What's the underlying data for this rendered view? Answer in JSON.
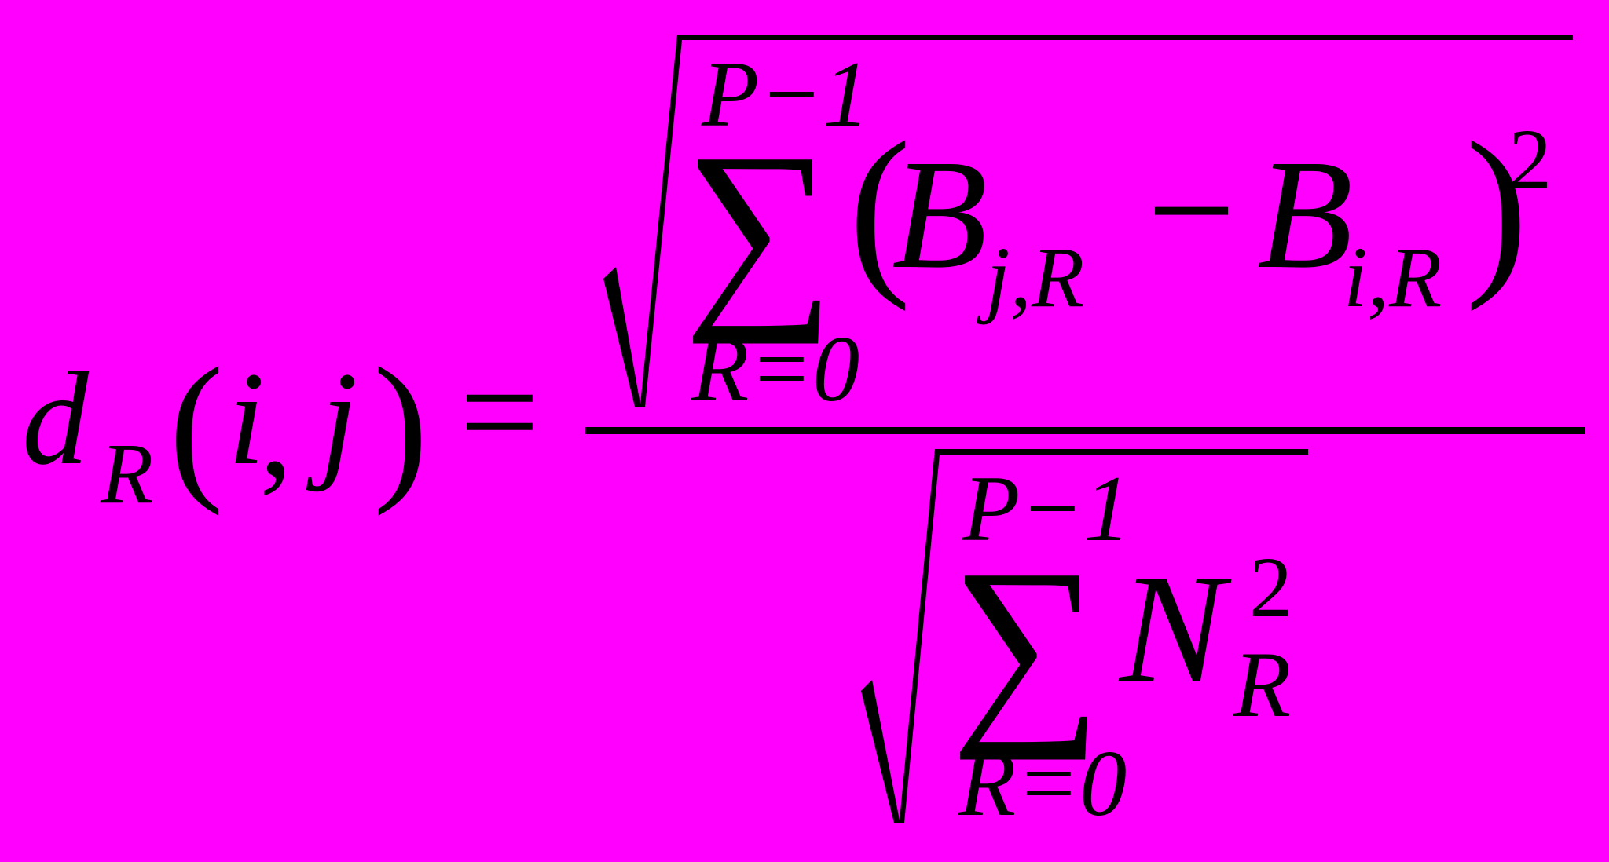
{
  "colors": {
    "background": "#FF00FF",
    "ink": "#000000"
  },
  "formula": {
    "lhs": {
      "d": "d",
      "sub": "R",
      "lparen": "(",
      "i": "i",
      "comma": ",",
      "j": "j",
      "rparen": ")"
    },
    "equals": "=",
    "numerator": {
      "sum_upper": "P−1",
      "sum_lower": "R=0",
      "sigma": "∑",
      "lparen": "(",
      "b1": "B",
      "b1_sub": "j,R",
      "minus": "−",
      "b2": "B",
      "b2_sub": "i,R",
      "rparen": ")",
      "exp": "2"
    },
    "denominator": {
      "sum_upper": "P−1",
      "sum_lower": "R=0",
      "sigma": "∑",
      "n": "N",
      "n_sub": "R",
      "n_exp": "2"
    }
  }
}
